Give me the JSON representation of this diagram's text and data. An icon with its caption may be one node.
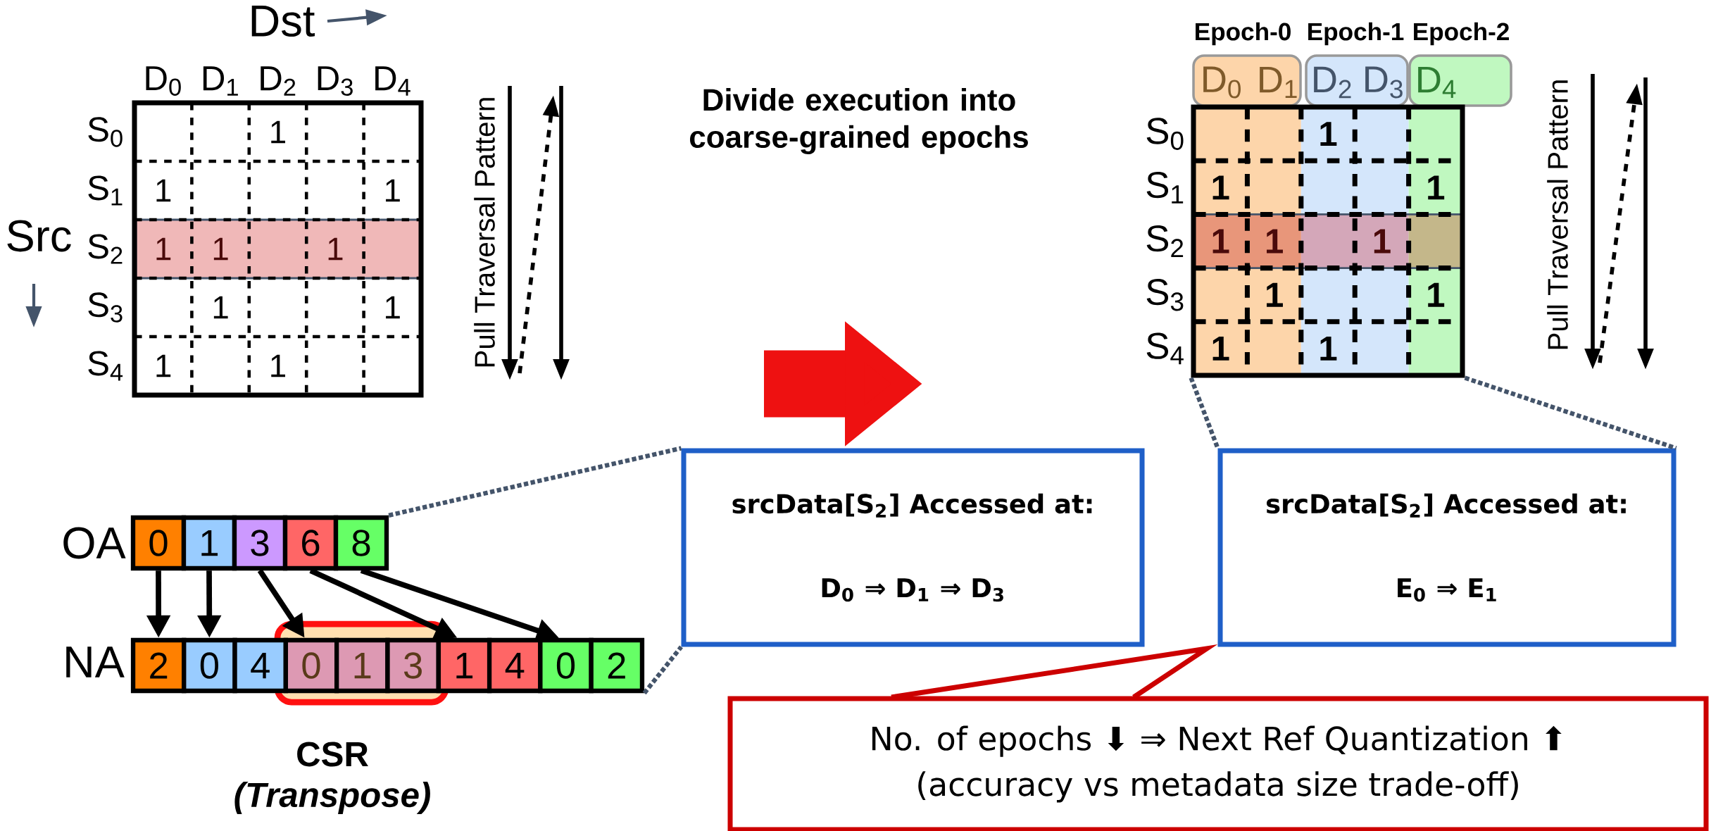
{
  "diagram": {
    "nodes": [
      {
        "text": [],
        "shape": "box"
      },
      {
        "text": [
          "Epoch-0",
          "D$_{0}$",
          "D$_{1}$"
        ]
      },
      {
        "text": [
          "Epoch-1",
          "D$_{2}$",
          "D$_{3}$"
        ]
      },
      {
        "text": [
          "Epoch-2",
          "D$_{4}$"
        ]
      },
      {
        "text": [],
        "shape": "box"
      },
      {
        "text": [
          "0"
        ]
      },
      {
        "text": [
          "1"
        ]
      },
      {
        "text": [
          "3"
        ]
      },
      {
        "text": [
          "6"
        ]
      },
      {
        "text": [
          "8"
        ]
      },
      {
        "text": [
          "2"
        ]
      },
      {
        "text": [
          "0"
        ]
      },
      {
        "text": [
          "4"
        ]
      },
      {
        "text": [
          "0"
        ]
      },
      {
        "text": [
          "1"
        ]
      },
      {
        "text": [
          "3"
        ]
      },
      {
        "text": [
          "1"
        ]
      },
      {
        "text": [
          "4"
        ]
      },
      {
        "text": [
          "0"
        ]
      },
      {
        "text": [
          "2"
        ]
      },
      {
        "text": [
          "srcData[S$_{2}$] Accessed at:",
          "D$_{0}$ ⇒ D$_{1}$ ⇒ D$_{3}$"
        ]
      },
      {
        "text": [
          "srcData[S$_{2}$] Accessed at:",
          "E$_{0}$ ⇒ E$_{1}$"
        ]
      },
      {
        "text": [
          "No. of epochs ⬇ ⇒ Next Ref Quantization ⬆",
          "(accuracy vs metadata size trade-off)"
        ]
      }
    ],
    "edges": [
      {
        "from": 5,
        "to": 10,
        "arrow": "to"
      },
      {
        "from": 6,
        "to": 11,
        "arrow": "to"
      },
      {
        "from": 7,
        "to": 13,
        "arrow": "to"
      },
      {
        "from": 8,
        "to": 16,
        "arrow": "to"
      },
      {
        "from": 9,
        "to": 18,
        "arrow": "to"
      },
      {
        "from": 9,
        "to": 20,
        "arrow": "none",
        "style": "dashed",
        "color": "#44546a"
      },
      {
        "from": 19,
        "to": 20,
        "arrow": "none",
        "style": "dashed",
        "color": "#44546a"
      },
      {
        "from": 4,
        "to": 21,
        "arrow": "none",
        "style": "dashed",
        "color": "#44546a"
      },
      {
        "from": 4,
        "to": 21,
        "arrow": "none",
        "style": "dashed",
        "color": "#44546a"
      }
    ],
    "labels": [
      "Dst",
      "D$_{0}$",
      "D$_{1}$",
      "D$_{2}$",
      "D$_{3}$",
      "D$_{4}$",
      "Src",
      "S$_{0}$",
      "S$_{1}$",
      "S$_{2}$",
      "S$_{3}$",
      "S$_{4}$",
      "1",
      "1",
      "1",
      "1",
      "1",
      "1",
      "1",
      "1",
      "1",
      "1",
      "Pull Traversal Pattern",
      "S$_{0}$",
      "S$_{1}$",
      "S$_{2}$",
      "S$_{3}$",
      "S$_{4}$",
      "1",
      "1",
      "1",
      "1",
      "1",
      "1",
      "1",
      "1",
      "1",
      "1",
      "Pull Traversal Pattern",
      "OA",
      "NA",
      "CSR",
      "(Transpose)",
      "Divide execution into coarse-grained epochs"
    ]
  }
}
